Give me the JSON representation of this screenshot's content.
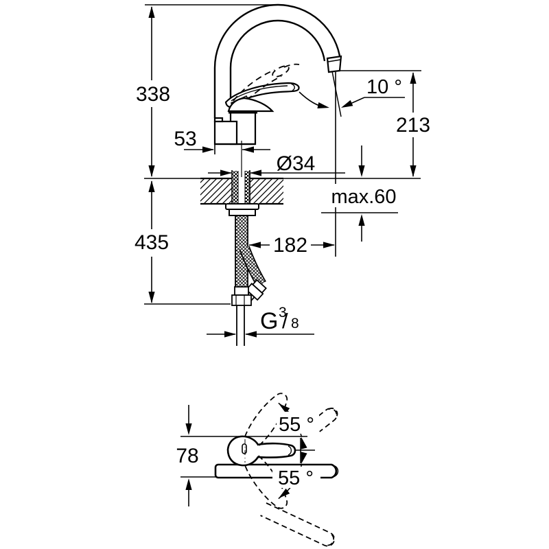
{
  "drawing": {
    "side_view": {
      "total_height": "338",
      "handle_clearance": "53",
      "stream_angle": "10 °",
      "outlet_height": "213",
      "shank_diameter": "Ø34",
      "max_counter_thickness": "max.60",
      "below_counter_length": "435",
      "spout_reach": "182",
      "connection_thread": {
        "g": "G",
        "numerator": "3",
        "slash": "/",
        "denominator": "8"
      }
    },
    "top_view": {
      "handle_width": "78",
      "swing_upper": "55 °",
      "swing_lower": "55 °"
    },
    "colors": {
      "line": "#000000",
      "background": "#ffffff"
    }
  }
}
